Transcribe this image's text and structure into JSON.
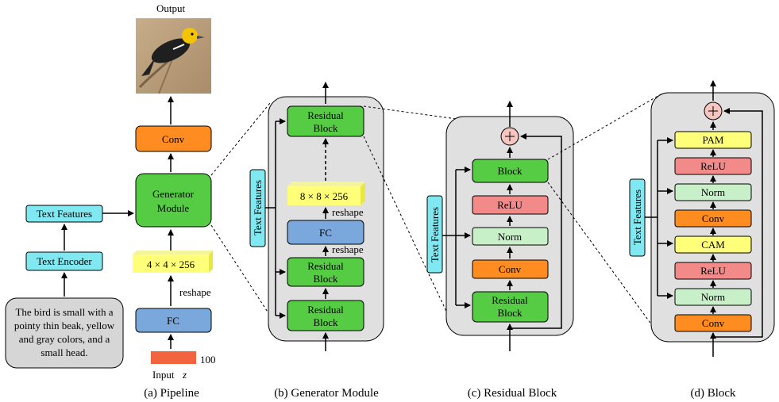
{
  "pipeline": {
    "output_label": "Output",
    "conv": "Conv",
    "generator_module": [
      "Generator",
      "Module"
    ],
    "text_features": "Text Features",
    "text_encoder": "Text Encoder",
    "tensor": "4 × 4 × 256",
    "reshape": "reshape",
    "fc": "FC",
    "input_label": "Input",
    "input_var": "z",
    "noise_dim": "100",
    "caption_text": [
      "The bird is small with a",
      "pointy thin beak, yellow",
      "and gray colors, and a",
      "small head."
    ],
    "caption": "(a) Pipeline"
  },
  "generator": {
    "text_features": "Text Features",
    "residual_block": [
      "Residual",
      "Block"
    ],
    "tensor": "8 × 8 × 256",
    "reshape_top": "reshape",
    "fc": "FC",
    "reshape_bottom": "reshape",
    "caption": "(b) Generator Module"
  },
  "residual": {
    "text_features": "Text Features",
    "block": "Block",
    "relu": "ReLU",
    "norm": "Norm",
    "conv": "Conv",
    "residual_block": [
      "Residual",
      "Block"
    ],
    "caption": "(c) Residual Block"
  },
  "block": {
    "text_features": "Text Features",
    "layers": [
      "PAM",
      "ReLU",
      "Norm",
      "Conv",
      "CAM",
      "ReLU",
      "Norm",
      "Conv"
    ],
    "caption": "(d) Block"
  },
  "colors": {
    "cyan": "#7fe8f0",
    "green": "#55cc44",
    "orange": "#ff8c21",
    "blue": "#7aa7dc",
    "yellow": "#ffff7a",
    "pink": "#f28a8a",
    "light_green": "#c8f0c8",
    "panel": "#e0e0e0",
    "noise": "#f26440"
  }
}
